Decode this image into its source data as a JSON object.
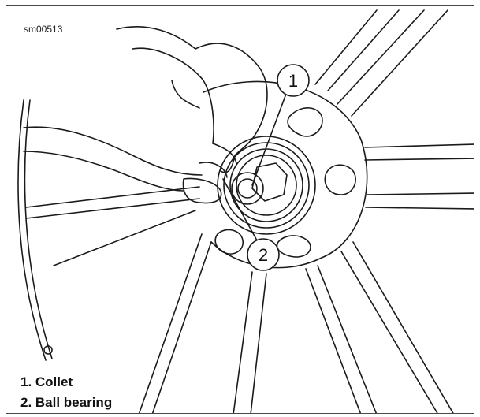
{
  "figure": {
    "id": "sm00513",
    "callouts": [
      "1",
      "2"
    ],
    "legend": [
      "1. Collet",
      "2. Ball bearing"
    ]
  },
  "colors": {
    "line": "#1a1a1a",
    "border": "#4a4a4a",
    "background": "#ffffff"
  }
}
